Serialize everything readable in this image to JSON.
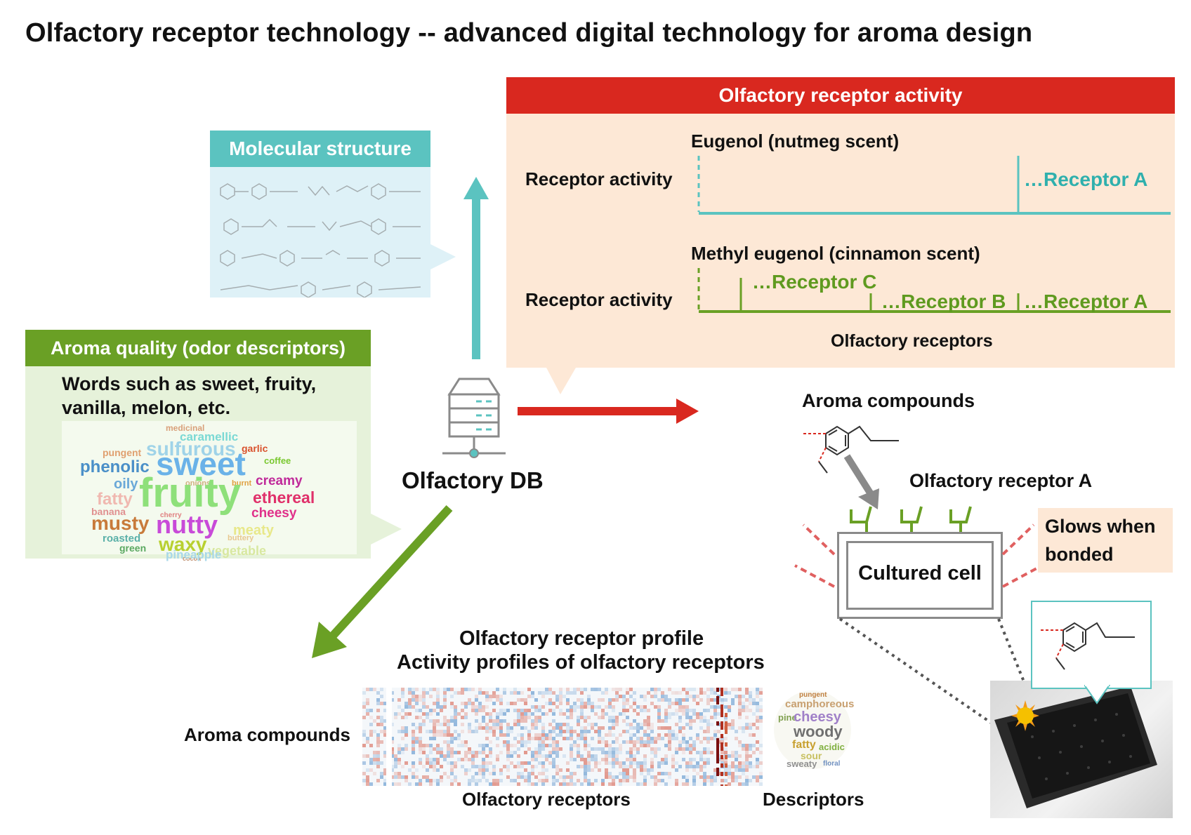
{
  "title": "Olfactory receptor technology -- advanced digital technology for aroma design",
  "colors": {
    "teal": "#5bc3c0",
    "red": "#d9281f",
    "green": "#6aa025",
    "peach": "#fde8d6",
    "lightgreen": "#e6f2da",
    "lightblue": "#def1f7"
  },
  "molecular": {
    "header": "Molecular structure"
  },
  "aroma_quality": {
    "header": "Aroma quality (odor descriptors)",
    "text": "Words such as sweet, fruity, vanilla, melon, etc.",
    "words": [
      "medicinal",
      "caramellic",
      "sulfurous",
      "garlic",
      "pungent",
      "phenolic",
      "sweet",
      "coffee",
      "oily",
      "onions",
      "burnt",
      "creamy",
      "fatty",
      "fruity",
      "ethereal",
      "banana",
      "cheesy",
      "cherry",
      "musty",
      "nutty",
      "meaty",
      "roasted",
      "buttery",
      "waxy",
      "green",
      "vegetable",
      "cocoa",
      "pineapple"
    ]
  },
  "db": {
    "label": "Olfactory DB"
  },
  "activity": {
    "header": "Olfactory receptor activity",
    "eugenol": {
      "title": "Eugenol (nutmeg scent)",
      "ylabel": "Receptor activity",
      "peak": "…Receptor A"
    },
    "methyl": {
      "title": "Methyl eugenol (cinnamon scent)",
      "ylabel": "Receptor activity",
      "peaks": [
        "…Receptor C",
        "…Receptor B",
        "…Receptor A"
      ],
      "xlabel": "Olfactory receptors"
    }
  },
  "assay": {
    "compounds_label": "Aroma compounds",
    "receptor_label": "Olfactory receptor A",
    "glow_text": "Glows when bonded",
    "cell_label": "Cultured cell"
  },
  "profile": {
    "title1": "Olfactory receptor profile",
    "title2": "Activity profiles of olfactory receptors",
    "ylabel": "Aroma compounds",
    "xlabel": "Olfactory receptors",
    "desc_label": "Descriptors",
    "desc_words": [
      "pungent",
      "camphoreous",
      "pine",
      "cheesy",
      "woody",
      "fatty",
      "acidic",
      "sour",
      "sweaty",
      "floral"
    ]
  }
}
